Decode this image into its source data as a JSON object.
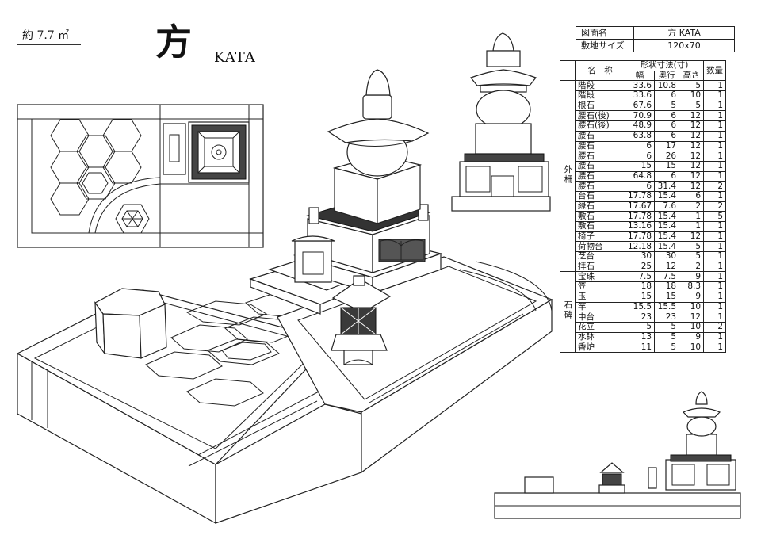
{
  "header": {
    "area": "約 7.7 ㎡",
    "title_kanji": "方",
    "title_latin": "KATA"
  },
  "info": {
    "rows": [
      {
        "key": "図面名",
        "value": "方  KATA"
      },
      {
        "key": "敷地サイズ",
        "value": "120x70"
      }
    ]
  },
  "spec_table": {
    "dimension_header": "形状寸法(寸)",
    "columns": {
      "name": "名　称",
      "width": "幅",
      "depth": "奥行",
      "height": "高さ",
      "qty": "数量"
    },
    "groups": [
      {
        "label": "外柵",
        "rows": [
          {
            "name": "階段",
            "w": "33.6",
            "d": "10.8",
            "h": "5",
            "q": "1"
          },
          {
            "name": "階段",
            "w": "33.6",
            "d": "6",
            "h": "10",
            "q": "1"
          },
          {
            "name": "根石",
            "w": "67.6",
            "d": "5",
            "h": "5",
            "q": "1"
          },
          {
            "name": "腰石(後)",
            "w": "70.9",
            "d": "6",
            "h": "12",
            "q": "1"
          },
          {
            "name": "腰石(後)",
            "w": "48.9",
            "d": "6",
            "h": "12",
            "q": "1"
          },
          {
            "name": "腰石",
            "w": "63.8",
            "d": "6",
            "h": "12",
            "q": "1"
          },
          {
            "name": "腰石",
            "w": "6",
            "d": "17",
            "h": "12",
            "q": "1"
          },
          {
            "name": "腰石",
            "w": "6",
            "d": "26",
            "h": "12",
            "q": "1"
          },
          {
            "name": "腰石",
            "w": "15",
            "d": "15",
            "h": "12",
            "q": "1"
          },
          {
            "name": "腰石",
            "w": "64.8",
            "d": "6",
            "h": "12",
            "q": "1"
          },
          {
            "name": "腰石",
            "w": "6",
            "d": "31.4",
            "h": "12",
            "q": "2"
          },
          {
            "name": "台石",
            "w": "17.78",
            "d": "15.4",
            "h": "6",
            "q": "1"
          },
          {
            "name": "縁石",
            "w": "17.67",
            "d": "7.6",
            "h": "2",
            "q": "2"
          },
          {
            "name": "敷石",
            "w": "17.78",
            "d": "15.4",
            "h": "1",
            "q": "5"
          },
          {
            "name": "敷石",
            "w": "13.16",
            "d": "15.4",
            "h": "1",
            "q": "1"
          },
          {
            "name": "椅子",
            "w": "17.78",
            "d": "15.4",
            "h": "12",
            "q": "1"
          },
          {
            "name": "荷物台",
            "w": "12.18",
            "d": "15.4",
            "h": "5",
            "q": "1"
          },
          {
            "name": "芝台",
            "w": "30",
            "d": "30",
            "h": "5",
            "q": "1"
          },
          {
            "name": "拝石",
            "w": "25",
            "d": "12",
            "h": "2",
            "q": "1"
          }
        ]
      },
      {
        "label": "石碑",
        "rows": [
          {
            "name": "宝珠",
            "w": "7.5",
            "d": "7.5",
            "h": "9",
            "q": "1"
          },
          {
            "name": "笠",
            "w": "18",
            "d": "18",
            "h": "8.3",
            "q": "1"
          },
          {
            "name": "玉",
            "w": "15",
            "d": "15",
            "h": "9",
            "q": "1"
          },
          {
            "name": "竿",
            "w": "15.5",
            "d": "15.5",
            "h": "10",
            "q": "1"
          },
          {
            "name": "中台",
            "w": "23",
            "d": "23",
            "h": "12",
            "q": "1"
          },
          {
            "name": "花立",
            "w": "5",
            "d": "5",
            "h": "10",
            "q": "2"
          },
          {
            "name": "水鉢",
            "w": "13",
            "d": "5",
            "h": "9",
            "q": "1"
          },
          {
            "name": "香炉",
            "w": "11",
            "d": "5",
            "h": "10",
            "q": "1"
          }
        ]
      }
    ]
  }
}
